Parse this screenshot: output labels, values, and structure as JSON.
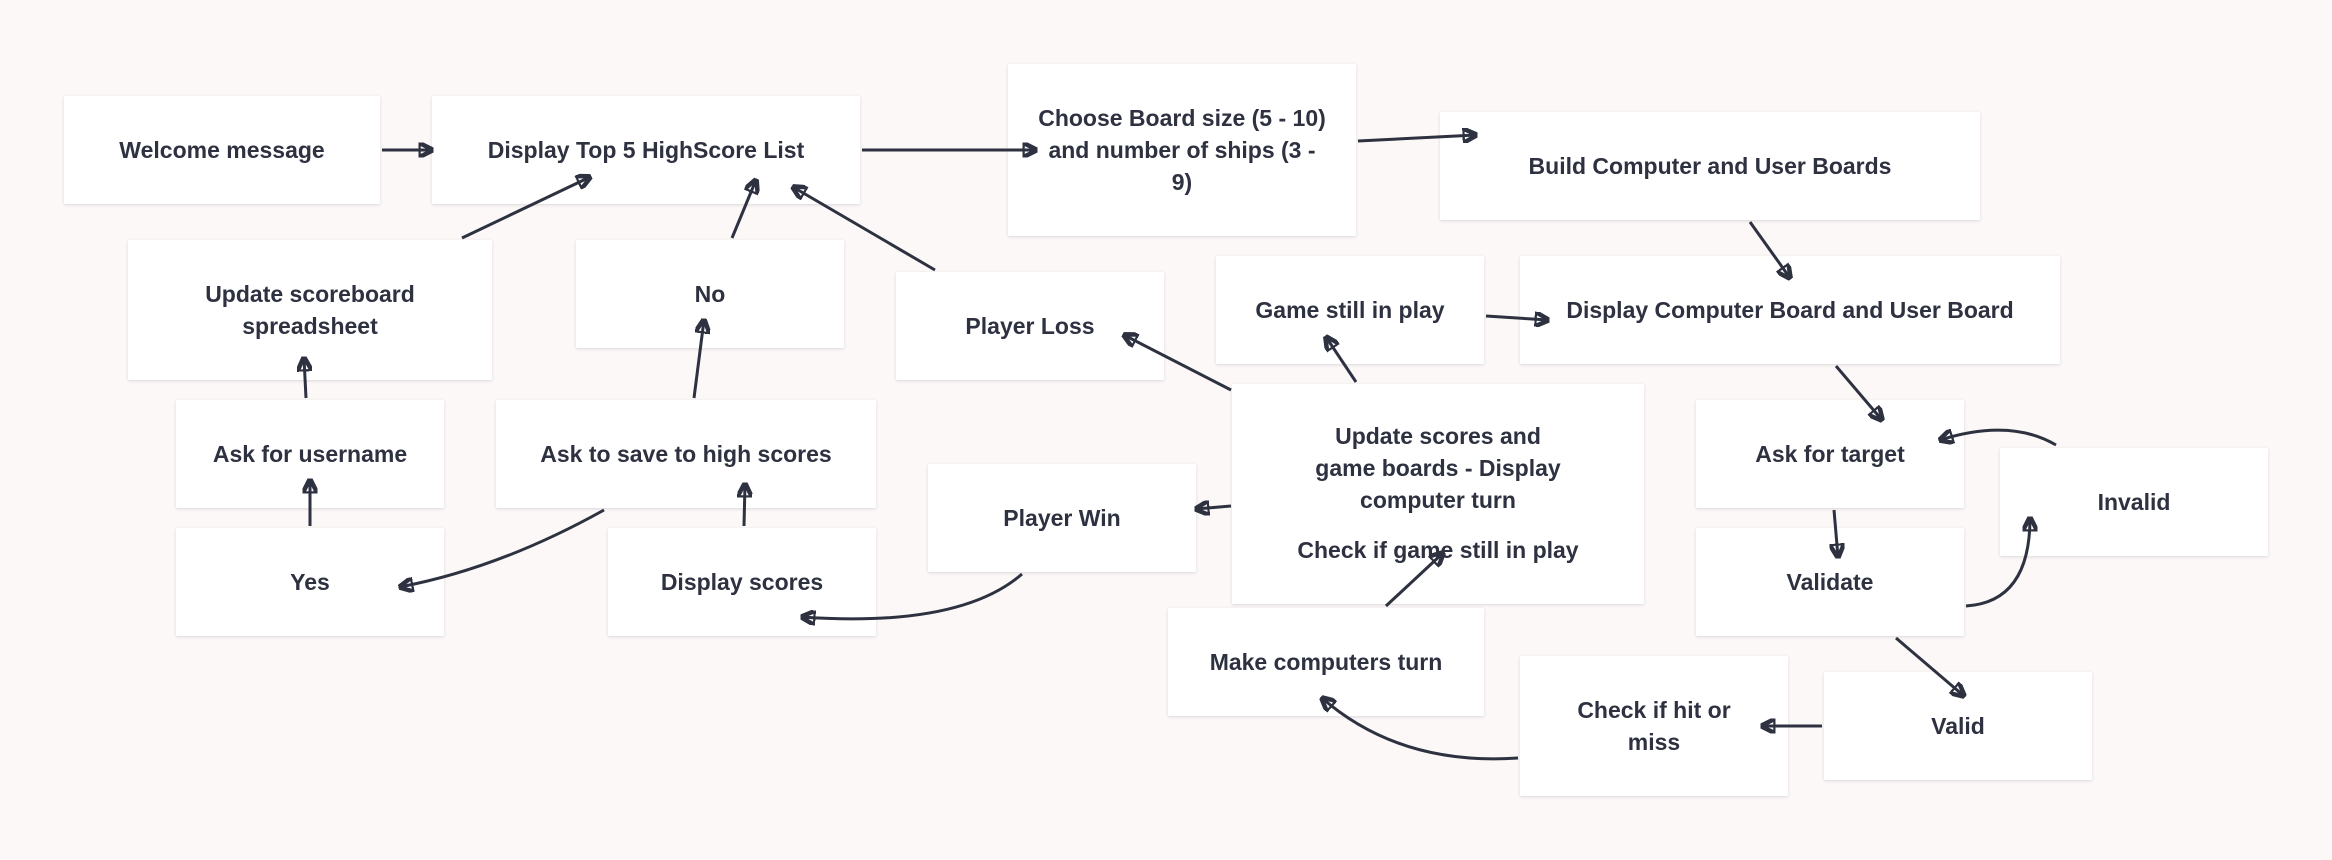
{
  "diagram": {
    "nodes": {
      "welcome": "Welcome message",
      "top5": "Display Top 5 HighScore List",
      "choose_board": "Choose Board size (5 - 10) and number of ships (3 - 9)",
      "build_boards": "Build Computer and User Boards",
      "update_scoreboard": "Update scoreboard spreadsheet",
      "no": "No",
      "player_loss": "Player Loss",
      "game_still": "Game still in play",
      "display_boards": "Display Computer Board and User Board",
      "ask_username": "Ask for username",
      "ask_save": "Ask to save to high scores",
      "update_scores": "Update scores and game boards - Display computer turn",
      "check_game": "Check if game still in play",
      "ask_target": "Ask for target",
      "invalid": "Invalid",
      "player_win": "Player Win",
      "yes": "Yes",
      "display_scores": "Display scores",
      "validate": "Validate",
      "make_turn": "Make computers turn",
      "check_hit": "Check if hit or miss",
      "valid": "Valid"
    },
    "colors": {
      "background": "#fdf8f8",
      "node_fill": "#ffffff",
      "text": "#2d3140",
      "arrow": "#2d3140"
    }
  }
}
